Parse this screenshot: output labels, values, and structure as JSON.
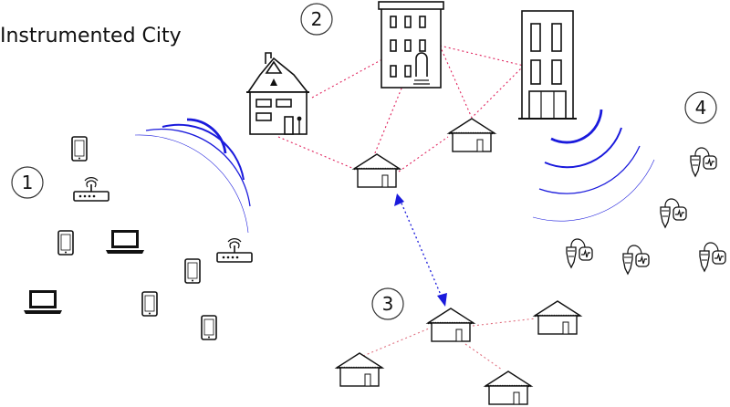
{
  "diagram": {
    "title": "Instrumented City",
    "zones": [
      {
        "id": "zone-1",
        "label": "1"
      },
      {
        "id": "zone-2",
        "label": "2"
      },
      {
        "id": "zone-3",
        "label": "3"
      },
      {
        "id": "zone-4",
        "label": "4"
      }
    ]
  },
  "colors": {
    "mesh_link": "#e0245e",
    "rural_link": "#e07080",
    "wireless_wave": "#1a1adc",
    "backhaul_link": "#1a1adc",
    "outline": "#111111"
  },
  "icons": {
    "smartphone": "smartphone-icon",
    "wifi_router": "wifi-router-icon",
    "laptop": "laptop-icon",
    "house": "house-icon",
    "apartment": "apartment-building-icon",
    "office": "office-tower-icon",
    "hut": "hut-icon",
    "sensor": "sensor-node-icon"
  }
}
